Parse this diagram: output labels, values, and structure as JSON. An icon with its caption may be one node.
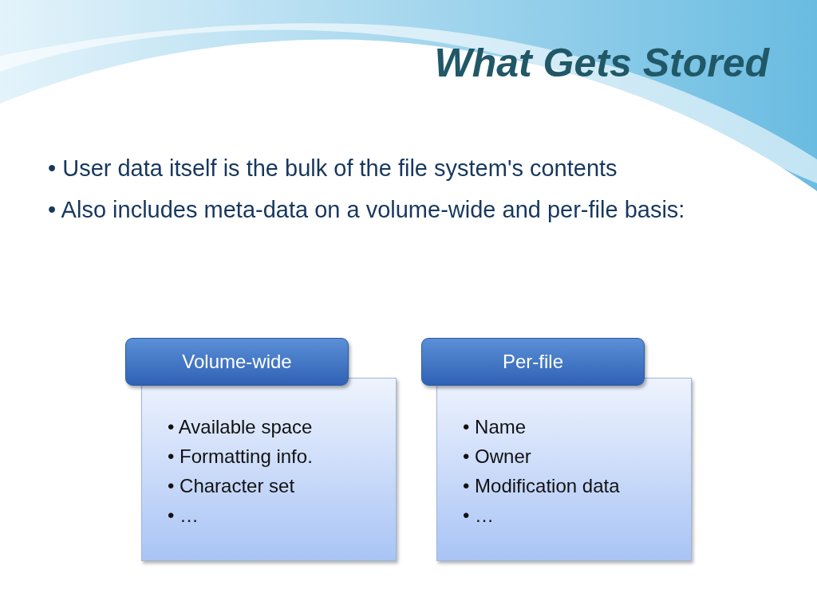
{
  "diagram": {
    "title": "What Gets Stored",
    "nodes": [
      {
        "text": [
          "Volume-wide"
        ]
      },
      {
        "text": [
          "• Available space",
          "• Formatting info.",
          "• Character set",
          "• …"
        ]
      },
      {
        "text": [
          "Per-file"
        ]
      },
      {
        "text": [
          "• Name",
          "• Owner",
          "• Modification data",
          "• …"
        ]
      }
    ],
    "edges": [],
    "labels": [
      "• User data itself is the bulk of the file system's contents",
      "• Also includes meta-data on a volume-wide and per-file basis:"
    ]
  }
}
